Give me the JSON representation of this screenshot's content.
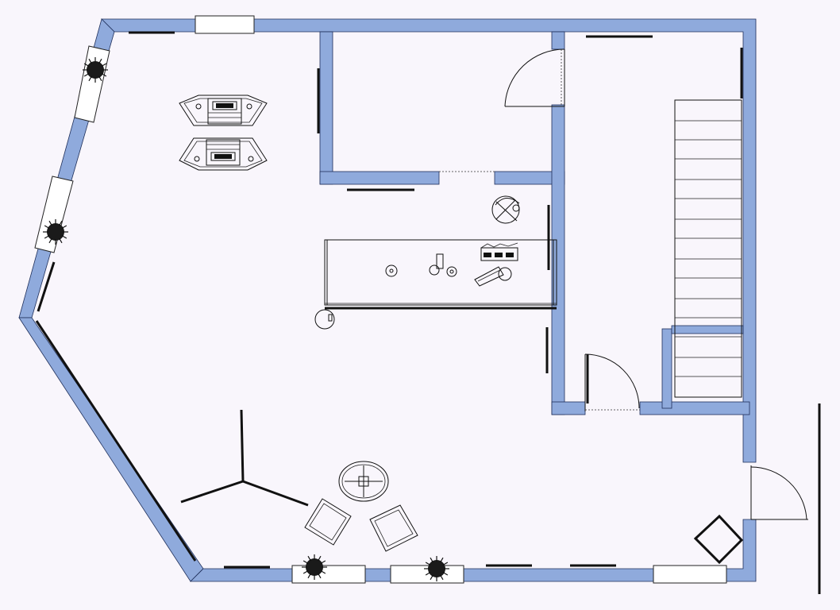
{
  "plan": {
    "background": "#f9f6fc",
    "wall_color": "#8faadc",
    "line_color": "#111111",
    "rooms": [
      "main-living-area",
      "storage-room",
      "stair-hall"
    ],
    "icons": [
      "window",
      "door-swing",
      "potted-plant",
      "staircase",
      "kitchen-counter",
      "round-table",
      "armchair",
      "desk-workstation",
      "floor-lamp",
      "stool"
    ]
  }
}
